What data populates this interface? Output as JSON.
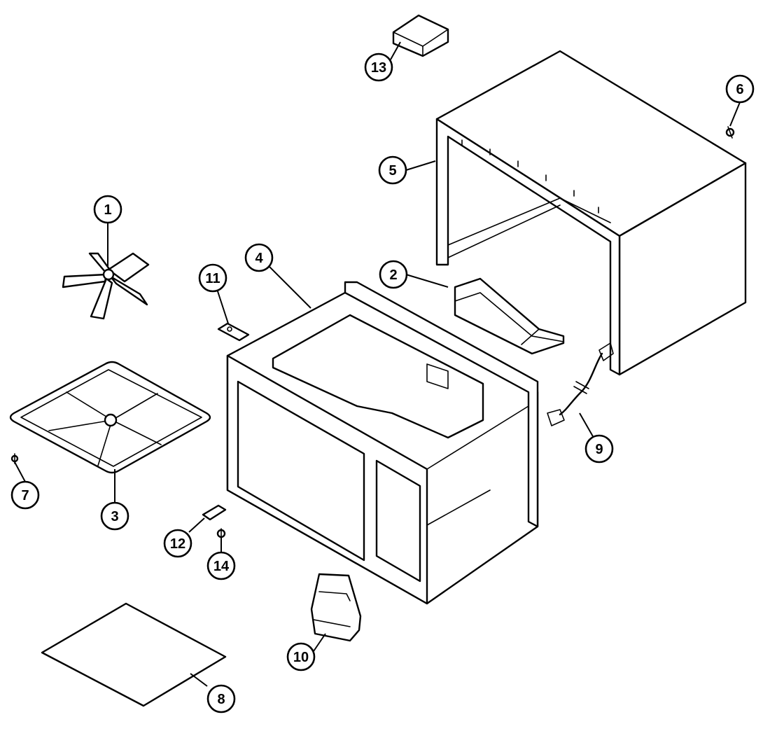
{
  "callouts": [
    {
      "id": "1",
      "label": "1",
      "part": "fan-blade"
    },
    {
      "id": "2",
      "label": "2",
      "part": "air-duct"
    },
    {
      "id": "3",
      "label": "3",
      "part": "stirrer-cover"
    },
    {
      "id": "4",
      "label": "4",
      "part": "oven-cavity"
    },
    {
      "id": "5",
      "label": "5",
      "part": "outer-cabinet"
    },
    {
      "id": "6",
      "label": "6",
      "part": "screw"
    },
    {
      "id": "7",
      "label": "7",
      "part": "screw"
    },
    {
      "id": "8",
      "label": "8",
      "part": "cover-sheet"
    },
    {
      "id": "9",
      "label": "9",
      "part": "power-cord"
    },
    {
      "id": "10",
      "label": "10",
      "part": "latch-bracket"
    },
    {
      "id": "11",
      "label": "11",
      "part": "bracket"
    },
    {
      "id": "12",
      "label": "12",
      "part": "clip"
    },
    {
      "id": "13",
      "label": "13",
      "part": "top-vent-bracket"
    },
    {
      "id": "14",
      "label": "14",
      "part": "screw"
    }
  ]
}
